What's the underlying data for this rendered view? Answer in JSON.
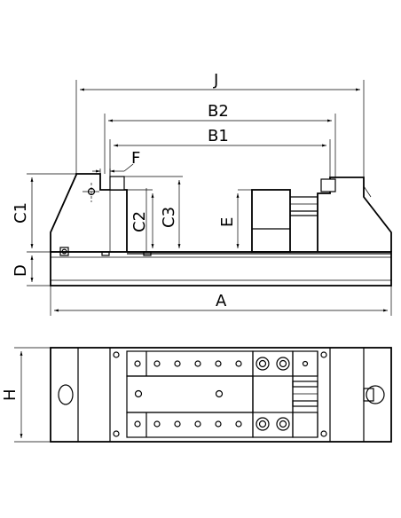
{
  "dimensions": {
    "J": "J",
    "B2": "B2",
    "B1": "B1",
    "F": "F",
    "C1": "C1",
    "C2": "C2",
    "C3": "C3",
    "E": "E",
    "D": "D",
    "A": "A",
    "H": "H"
  }
}
